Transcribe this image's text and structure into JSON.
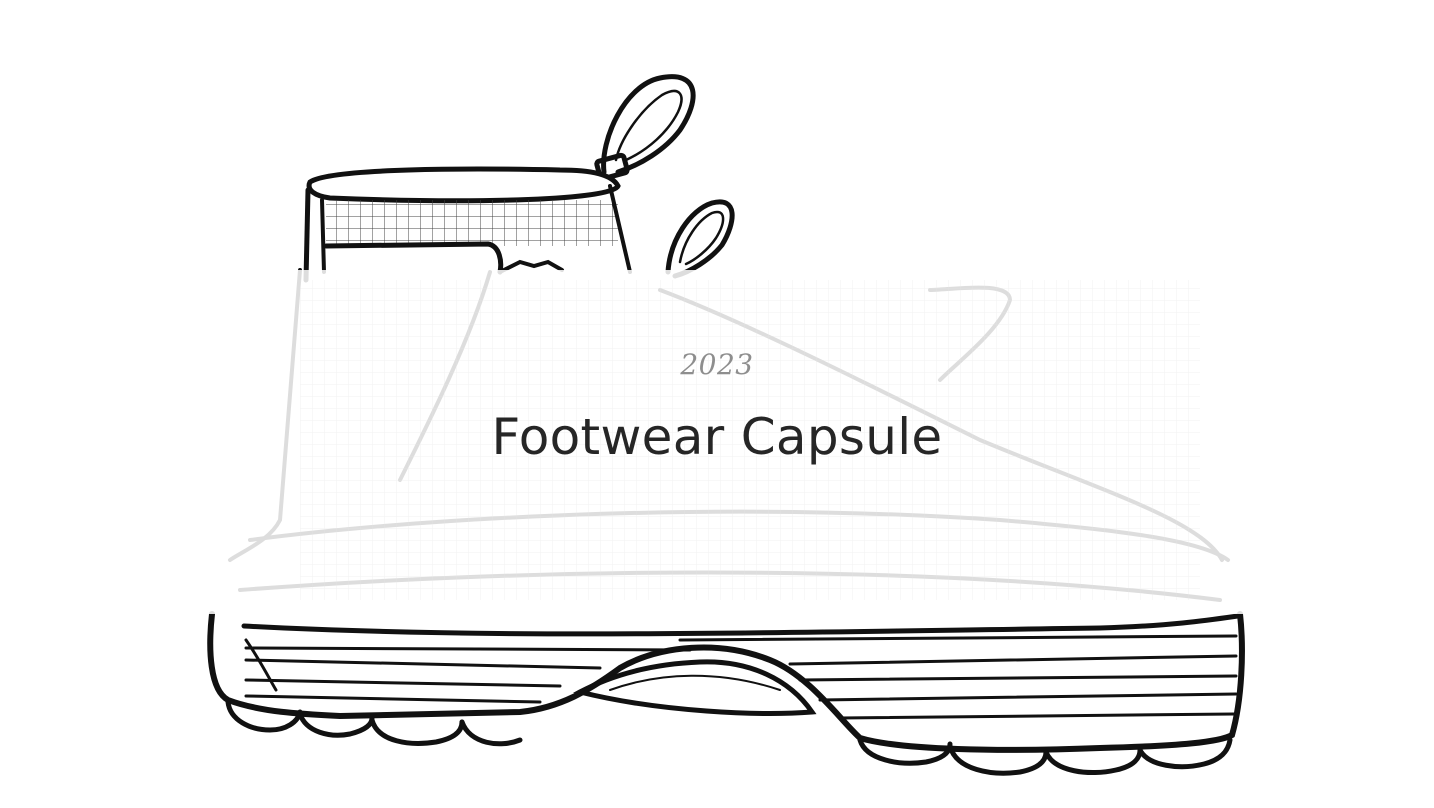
{
  "hero": {
    "year": "2023",
    "title": "Footwear Capsule"
  },
  "illustration": {
    "subject": "boot-line-drawing",
    "line_color": "#1a1a1a",
    "overlay_color": "#ffffff"
  }
}
